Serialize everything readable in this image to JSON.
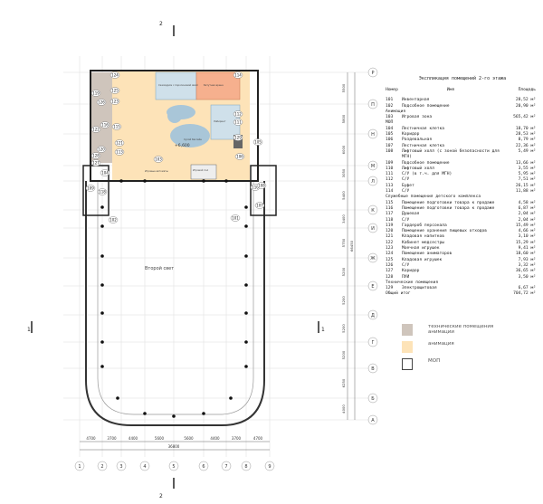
{
  "table": {
    "title": "Экспликация помещений 2-го этажа",
    "headers": {
      "number": "Номер",
      "name": "Имя",
      "area": "Площадь"
    },
    "rows": [
      {
        "n": "101",
        "name": "Инвентарная",
        "area": "28,52 м²"
      },
      {
        "n": "102",
        "name": "Подсобное помещение",
        "area": "20,90 м²"
      },
      {
        "group": "Анимация"
      },
      {
        "n": "103",
        "name": "Игровая зона",
        "area": "565,42 м²"
      },
      {
        "group": "МОП"
      },
      {
        "n": "104",
        "name": "Лестничная клетка",
        "area": "18,70 м²"
      },
      {
        "n": "105",
        "name": "Коридор",
        "area": "28,53 м²"
      },
      {
        "n": "106",
        "name": "Раздевальная",
        "area": "8,79 м²"
      },
      {
        "n": "107",
        "name": "Лестничная клетка",
        "area": "22,36 м²"
      },
      {
        "n": "108",
        "name": "Лифтовый холл (с зоной безопасности для МГН)",
        "area": "5,49 м²"
      },
      {
        "n": "109",
        "name": "Подсобное помещение",
        "area": "13,66 м²"
      },
      {
        "n": "110",
        "name": "Лифтовый холл",
        "area": "3,55 м²"
      },
      {
        "n": "111",
        "name": "С/У (в т.ч. для МГН)",
        "area": "5,95 м²"
      },
      {
        "n": "112",
        "name": "С/У",
        "area": "7,51 м²"
      },
      {
        "n": "113",
        "name": "Буфет",
        "area": "26,15 м²"
      },
      {
        "n": "114",
        "name": "С/У",
        "area": "11,88 м²"
      },
      {
        "group": "Служебные помещения детского комплекса"
      },
      {
        "n": "115",
        "name": "Помещение подготовки товара к продаже",
        "area": "4,58 м²"
      },
      {
        "n": "116",
        "name": "Помещение подготовки товара к продаже",
        "area": "6,87 м²"
      },
      {
        "n": "117",
        "name": "Душевая",
        "area": "2,04 м²"
      },
      {
        "n": "118",
        "name": "С/У",
        "area": "2,04 м²"
      },
      {
        "n": "119",
        "name": "Гардероб персонала",
        "area": "15,49 м²"
      },
      {
        "n": "120",
        "name": "Помещение хранения пищевых отходов",
        "area": "4,66 м²"
      },
      {
        "n": "121",
        "name": "Кладовая напитков",
        "area": "3,10 м²"
      },
      {
        "n": "122",
        "name": "Кабинет медсестры",
        "area": "15,29 м²"
      },
      {
        "n": "123",
        "name": "Моечная игрушек",
        "area": "9,41 м²"
      },
      {
        "n": "124",
        "name": "Помещение аниматоров",
        "area": "18,60 м²"
      },
      {
        "n": "125",
        "name": "Кладовая игрушек",
        "area": "7,93 м²"
      },
      {
        "n": "126",
        "name": "С/У",
        "area": "3,32 м²"
      },
      {
        "n": "127",
        "name": "Коридор",
        "area": "36,65 м²"
      },
      {
        "n": "128",
        "name": "ПУИ",
        "area": "3,50 м²"
      },
      {
        "group": "Технические помещения"
      },
      {
        "n": "129",
        "name": "Электрощитовая",
        "area": "6,67 м²"
      }
    ],
    "total": {
      "label": "Общий итог",
      "area": "704,72 м²"
    }
  },
  "legend": [
    {
      "label": "технические помещения анимации",
      "color": "#cfc5bc"
    },
    {
      "label": "анимация",
      "color": "#fde3b8"
    },
    {
      "label": "МОП",
      "color": "#ffffff"
    }
  ],
  "plan": {
    "atrium_label": "Второй свет",
    "elevation_mark": "+6,600",
    "section_marks": [
      "1",
      "2"
    ],
    "column_axes": [
      "1",
      "2",
      "3",
      "4",
      "5",
      "6",
      "7",
      "8",
      "9"
    ],
    "column_spans": [
      "4700",
      "3700",
      "4400",
      "5600",
      "5600",
      "4400",
      "3700",
      "4700"
    ],
    "column_total": "36800",
    "row_axes": [
      "Р",
      "П",
      "Н",
      "М",
      "Л",
      "К",
      "И",
      "Ж",
      "Е",
      "Д",
      "Г",
      "В",
      "Б",
      "А"
    ],
    "row_spans": [
      "5500",
      "5800",
      "6000",
      "3050",
      "5400",
      "3400",
      "5750",
      "5200",
      "5200",
      "5200",
      "5200",
      "6250",
      "4000"
    ],
    "row_total": "66450",
    "room_tags": [
      "124",
      "119",
      "125",
      "126",
      "123",
      "122",
      "116",
      "115",
      "121",
      "113",
      "120",
      "128",
      "127",
      "104",
      "109",
      "118",
      "102",
      "103",
      "114",
      "112",
      "111",
      "129",
      "105",
      "106",
      "110",
      "108",
      "107",
      "101"
    ],
    "zone_labels": [
      "Скалодром с поролоновой ямой",
      "Батутная арена",
      "Лабиринт",
      "Сухой бассейн",
      "Игровые автоматы",
      "Игровой пол"
    ]
  },
  "colors": {
    "animation": "#fde3b8",
    "technical": "#cfc5bc",
    "pool": "#a9c6d8",
    "trampoline": "#f6b08e",
    "stair": "#555555"
  }
}
